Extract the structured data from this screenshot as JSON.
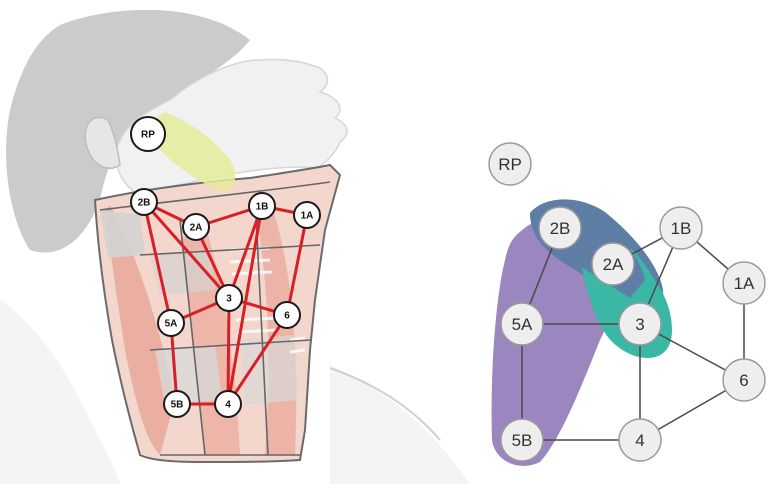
{
  "anatomy": {
    "nodes": [
      {
        "id": "RP",
        "label": "RP"
      },
      {
        "id": "2B",
        "label": "2B"
      },
      {
        "id": "2A",
        "label": "2A"
      },
      {
        "id": "1B",
        "label": "1B"
      },
      {
        "id": "1A",
        "label": "1A"
      },
      {
        "id": "3",
        "label": "3"
      },
      {
        "id": "5A",
        "label": "5A"
      },
      {
        "id": "6",
        "label": "6"
      },
      {
        "id": "5B",
        "label": "5B"
      },
      {
        "id": "4",
        "label": "4"
      }
    ],
    "edges": [
      [
        "2B",
        "2A"
      ],
      [
        "2A",
        "1B"
      ],
      [
        "1B",
        "1A"
      ],
      [
        "2B",
        "5A"
      ],
      [
        "2B",
        "3"
      ],
      [
        "2A",
        "3"
      ],
      [
        "1B",
        "3"
      ],
      [
        "1B",
        "4"
      ],
      [
        "1A",
        "6"
      ],
      [
        "5A",
        "3"
      ],
      [
        "3",
        "6"
      ],
      [
        "3",
        "4"
      ],
      [
        "5A",
        "5B"
      ],
      [
        "5B",
        "4"
      ],
      [
        "4",
        "6"
      ]
    ],
    "colors": {
      "edge": "#d81f26",
      "highlight": "#e5eb9a"
    }
  },
  "graph": {
    "nodes": [
      {
        "id": "RP",
        "label": "RP"
      },
      {
        "id": "2B",
        "label": "2B"
      },
      {
        "id": "2A",
        "label": "2A"
      },
      {
        "id": "1B",
        "label": "1B"
      },
      {
        "id": "1A",
        "label": "1A"
      },
      {
        "id": "5A",
        "label": "5A"
      },
      {
        "id": "3",
        "label": "3"
      },
      {
        "id": "6",
        "label": "6"
      },
      {
        "id": "5B",
        "label": "5B"
      },
      {
        "id": "4",
        "label": "4"
      }
    ],
    "edges": [
      [
        "2B",
        "5A"
      ],
      [
        "2A",
        "1B"
      ],
      [
        "1B",
        "3"
      ],
      [
        "1B",
        "1A"
      ],
      [
        "1A",
        "6"
      ],
      [
        "5A",
        "3"
      ],
      [
        "5A",
        "5B"
      ],
      [
        "3",
        "4"
      ],
      [
        "3",
        "6"
      ],
      [
        "5B",
        "4"
      ],
      [
        "4",
        "6"
      ]
    ],
    "groups": [
      {
        "name": "purple-group",
        "color": "#9b86bf"
      },
      {
        "name": "blue-group",
        "color": "#5f7ea6"
      },
      {
        "name": "teal-group",
        "color": "#3bb7a5"
      }
    ]
  }
}
